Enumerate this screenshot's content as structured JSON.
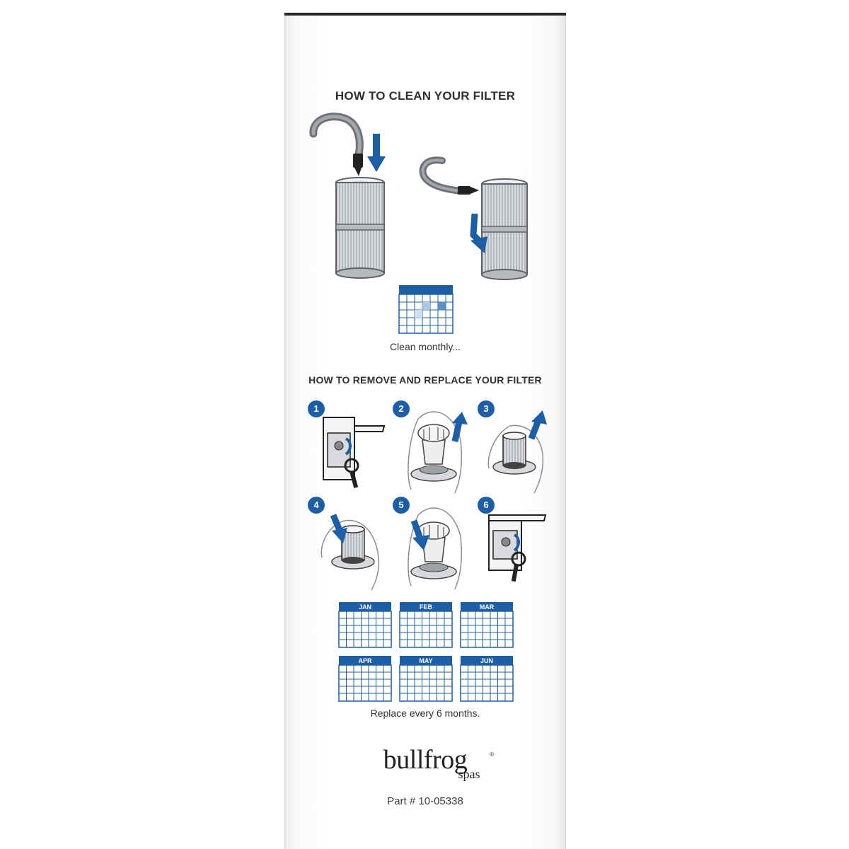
{
  "clean_section": {
    "title": "HOW TO CLEAN YOUR FILTER",
    "caption": "Clean monthly..."
  },
  "replace_section": {
    "title": "HOW TO REMOVE AND REPLACE YOUR FILTER",
    "steps": [
      "1",
      "2",
      "3",
      "4",
      "5",
      "6"
    ],
    "months": [
      "JAN",
      "FEB",
      "MAR",
      "APR",
      "MAY",
      "JUN"
    ],
    "caption": "Replace every 6 months."
  },
  "brand": {
    "name": "bullfrog",
    "sub": "spas",
    "registered": "®",
    "part_number": "Part # 10-05338"
  },
  "colors": {
    "accent_blue": "#1d5ea8",
    "light_blue": "#a9c8e6",
    "text_dark": "#2e3033",
    "filter_gray": "#9ea1a5"
  }
}
